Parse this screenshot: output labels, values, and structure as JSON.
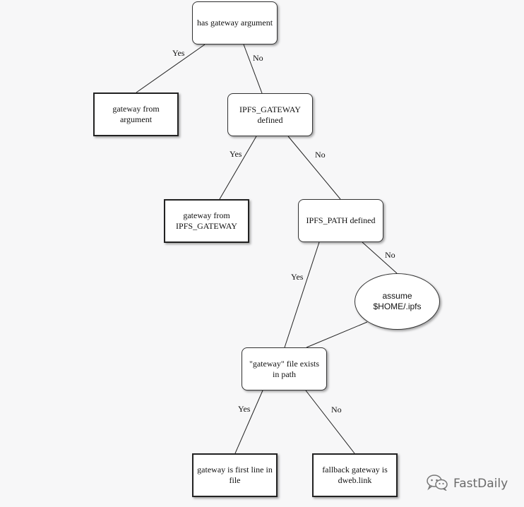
{
  "nodes": {
    "has_gateway_argument": "has gateway argument",
    "gateway_from_argument": "gateway from argument",
    "ipfs_gateway_defined": "IPFS_GATEWAY defined",
    "gateway_from_ipfs_gateway": "gateway from IPFS_GATEWAY",
    "ipfs_path_defined": "IPFS_PATH defined",
    "assume_home_ipfs": "assume $HOME/.ipfs",
    "gateway_file_exists": "\"gateway\" file exists in path",
    "gateway_first_line": "gateway is first line in file",
    "fallback_gateway": "fallback gateway is dweb.link"
  },
  "edge_labels": {
    "yes": "Yes",
    "no": "No"
  },
  "watermark": {
    "text": "FastDaily",
    "icon": "wechat-icon"
  },
  "colors": {
    "background": "#f7f7f8",
    "node_fill": "#ffffff",
    "line": "#222222"
  }
}
